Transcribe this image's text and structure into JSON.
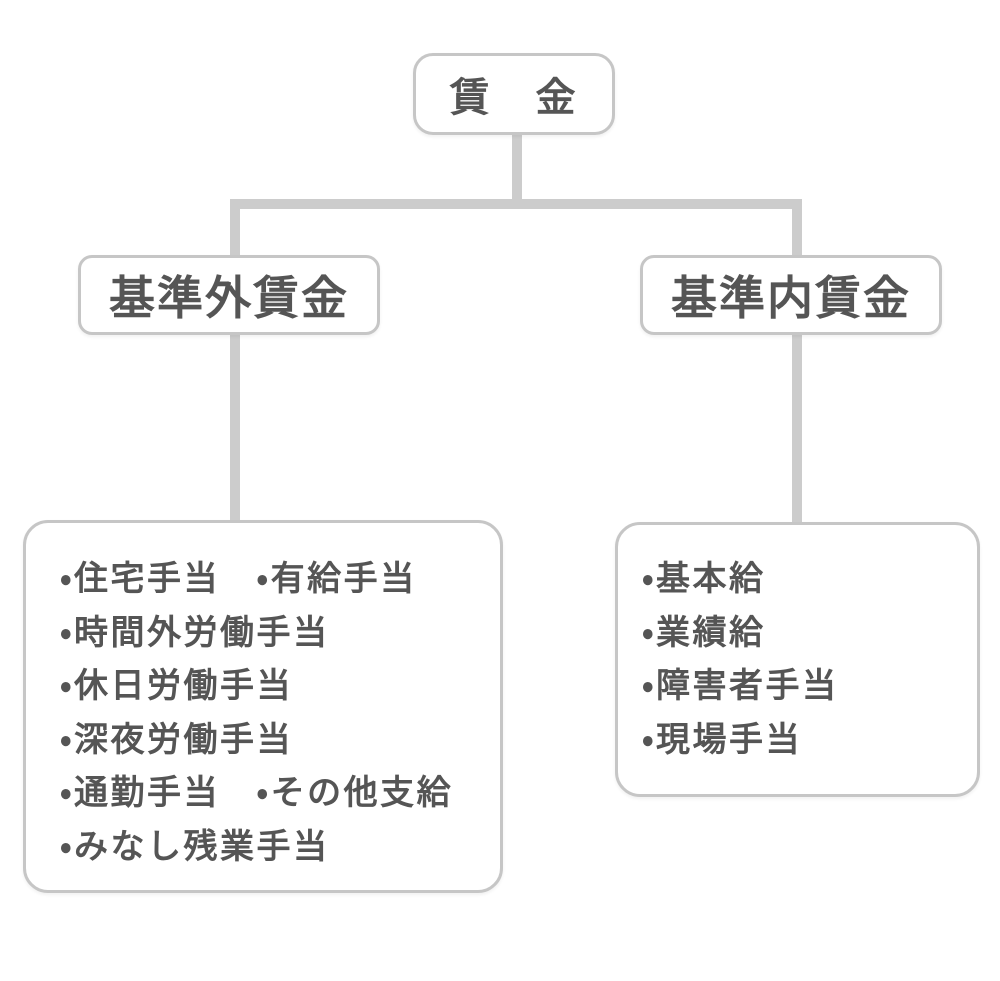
{
  "colors": {
    "background": "#ffffff",
    "connector": "#cccccc",
    "box_border": "#c6c6c6",
    "text": "#555555"
  },
  "nodes": {
    "root": {
      "label": "賃　金"
    },
    "left_branch": {
      "label": "基準外賃金"
    },
    "right_branch": {
      "label": "基準内賃金"
    },
    "left_leaf": {
      "lines": [
        "・住宅手当　・有給手当",
        "・時間外労働手当",
        "・休日労働手当",
        "・深夜労働手当",
        "・通勤手当　・その他支給",
        "・みなし残業手当"
      ]
    },
    "right_leaf": {
      "lines": [
        "・基本給",
        "・業績給",
        "・障害者手当",
        "・現場手当"
      ]
    }
  }
}
